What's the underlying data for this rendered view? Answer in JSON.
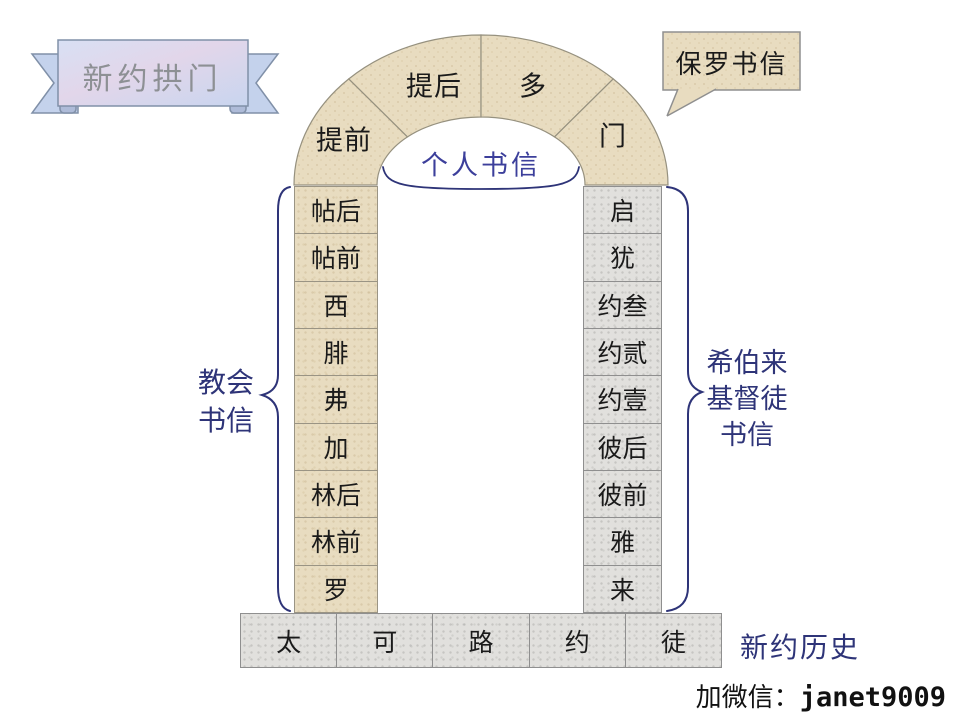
{
  "banner": {
    "title": "新约拱门"
  },
  "callout": {
    "label": "保罗书信"
  },
  "arch": {
    "wedges": [
      "提前",
      "提后",
      "多",
      "门"
    ],
    "inner_label": "个人书信"
  },
  "left_pillar": {
    "blocks": [
      "帖后",
      "帖前",
      "西",
      "腓",
      "弗",
      "加",
      "林后",
      "林前",
      "罗"
    ]
  },
  "right_pillar": {
    "blocks": [
      "启",
      "犹",
      "约叁",
      "约贰",
      "约壹",
      "彼后",
      "彼前",
      "雅",
      "来"
    ]
  },
  "foundation": {
    "blocks": [
      "太",
      "可",
      "路",
      "约",
      "徒"
    ],
    "label": "新约历史"
  },
  "side_labels": {
    "left": {
      "lines": [
        "教会",
        "书信"
      ]
    },
    "right": {
      "lines": [
        "希伯来",
        "基督徒",
        "书信"
      ]
    }
  },
  "watermark": {
    "prefix": "加微信：",
    "id": "janet9009"
  },
  "colors": {
    "stone_tan": "#e8dcc0",
    "stone_gray": "#e1e0dd",
    "banner_fill": "#cfdaf0",
    "banner_text": "#8d9094",
    "label_navy": "#2e3478",
    "inner_label_blue": "#3c3f9b",
    "block_text": "#1a1a1a"
  }
}
